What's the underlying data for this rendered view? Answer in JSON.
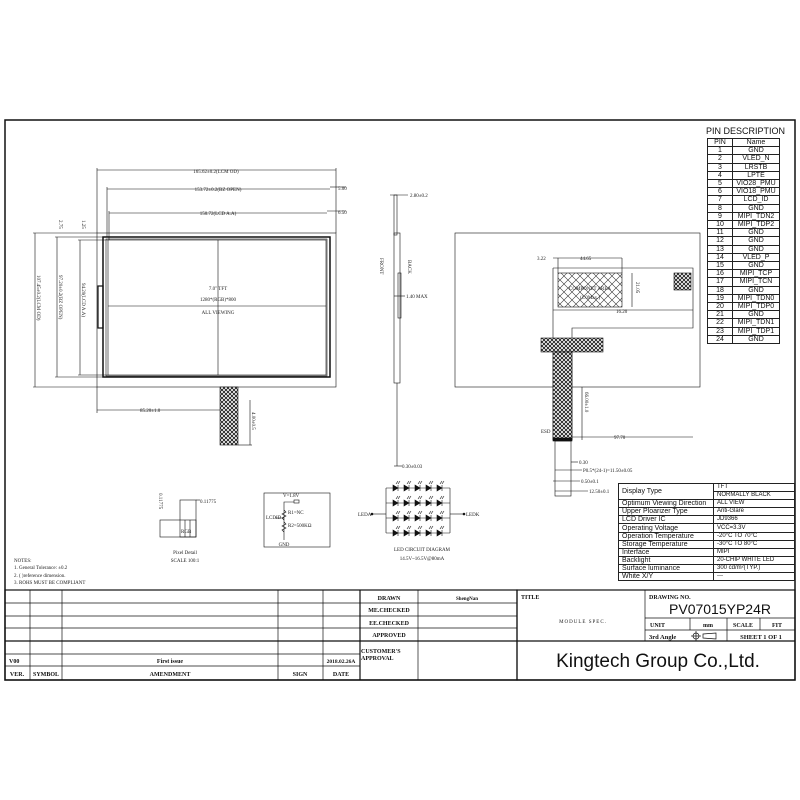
{
  "front_view": {
    "dim_lcm_od_width": "165.62±0.2(LCM OD)",
    "dim_bz_open_width": "153.72±0.2(BZ OPEN)",
    "dim_lcd_aa_width": "150.72(LCD A.A)",
    "dim_right_top": "5.00",
    "dim_right_mid": "6.50",
    "dim_left_a": "2.75",
    "dim_left_b": "1.25",
    "dim_lcm_od_height": "107.45±0.2(LCM OD)",
    "dim_bz_open_height": "97.20±0.2(BZ OPEN)",
    "dim_lcd_aa_height": "94.20(LCD A.A)",
    "panel_size": "7.0\" TFT",
    "resolution": "1280*(RGB)*800",
    "viewing": "ALL VIEWING",
    "dim_fpc_offset": "85.20±1.0",
    "dim_fpc_length": "4.00±0.5"
  },
  "side_view": {
    "dim_thickness": "2.80±0.2",
    "front_label": "FRONT",
    "back_label": "BACK",
    "dim_max": "1.40 MAX",
    "dim_fpc_thickness": "0.30±0.03"
  },
  "back_view": {
    "dim_a": "3.22",
    "dim_b": "44.65",
    "dim_c": "21.05",
    "dim_d": "16.20",
    "component_area": "COMPONET AREA",
    "component_height": "(1.0Max.)",
    "stiffener": "ESD",
    "dim_tail": "66.00±1.0",
    "dim_tail_x": "97.70",
    "dim_pin_width": "0.30",
    "dim_pitch": "P0.5*(24-1)=11.50±0.05",
    "dim_finger": "0.50±0.1",
    "dim_connector_width": "12.50±0.1"
  },
  "pixel_detail": {
    "dim_h": "0.11775",
    "dim_v": "0.11775",
    "rgb": "RGB",
    "title": "Pixel Detail",
    "scale": "SCALE 100:1"
  },
  "lcd_id_circuit": {
    "vcc": "V=1.8V",
    "pin": "LCDID",
    "r1": "R1=NC",
    "r2": "R2=500KΩ",
    "gnd": "GND"
  },
  "led_circuit": {
    "anode": "LEDA",
    "cathode": "LEDK",
    "title": "LED CIRCUIT DIAGRAM",
    "rating": "14.5V~16.5V@80mA"
  },
  "notes": {
    "title": "NOTES:",
    "items": [
      "1. General Tolerance: ±0.2",
      "2. (   )reference dimension.",
      "3. ROHS  MUST BE COMPLIANT"
    ]
  },
  "pin_description": {
    "title": "PIN  DESCRIPTION",
    "headers": [
      "PIN",
      "Name"
    ],
    "rows": [
      [
        "1",
        "GND"
      ],
      [
        "2",
        "VLED_N"
      ],
      [
        "3",
        "LRSTB"
      ],
      [
        "4",
        "LPTE"
      ],
      [
        "5",
        "VIO28_PMU"
      ],
      [
        "6",
        "VIO18_PMU"
      ],
      [
        "7",
        "LCD_ID"
      ],
      [
        "8",
        "GND"
      ],
      [
        "9",
        "MIPI_TDN2"
      ],
      [
        "10",
        "MIPI_TDP2"
      ],
      [
        "11",
        "GND"
      ],
      [
        "12",
        "GND"
      ],
      [
        "13",
        "GND"
      ],
      [
        "14",
        "VLED_P"
      ],
      [
        "15",
        "GND"
      ],
      [
        "16",
        "MIPI_TCP"
      ],
      [
        "17",
        "MIPI_TCN"
      ],
      [
        "18",
        "GND"
      ],
      [
        "19",
        "MIPI_TDN0"
      ],
      [
        "20",
        "MIPI_TDP0"
      ],
      [
        "21",
        "GND"
      ],
      [
        "22",
        "MIPI_TDN1"
      ],
      [
        "23",
        "MIPI_TDP1"
      ],
      [
        "24",
        "GND"
      ]
    ]
  },
  "specs": {
    "display_type_label": "Display Type",
    "display_type_values": [
      "TFT",
      "NORMALLY BLACK"
    ],
    "rows": [
      [
        "Optimum Viewing Direction",
        "ALL VIEW"
      ],
      [
        "Upper Ploarizer Type",
        "Anti-Glare"
      ],
      [
        "LCD Driver IC",
        "JD9366"
      ],
      [
        "Operating Voltage",
        "VCC=3.3V"
      ],
      [
        "Operation Temperature",
        "-20°C TO 70°C"
      ],
      [
        "Storage Temperature",
        "-30°C TO 80°C"
      ],
      [
        "Interface",
        "MIPI"
      ],
      [
        "Backlight",
        "20-CHIP WHITE LED"
      ],
      [
        "Surface luminance",
        "300 cd/m²(TYP.)"
      ],
      [
        "White X/Y",
        "---"
      ]
    ]
  },
  "revision_block": {
    "headers": [
      "VER.",
      "SYMBOL",
      "AMENDMENT",
      "SIGN",
      "DATE"
    ],
    "rows": [
      [
        "V00",
        "",
        "First issue",
        "",
        "2018.02.26A"
      ]
    ]
  },
  "approval_block": {
    "drawn_label": "DRAWN",
    "drawn_by": "ShengNan",
    "me_checked_label": "ME.CHECKED",
    "ee_checked_label": "EE.CHECKED",
    "approved_label": "APPROVED",
    "customer_approval_label": "CUSTOMER'S APPROVAL"
  },
  "title_block": {
    "title_label": "TITLE",
    "title": "MODULE  SPEC.",
    "drawing_no_label": "DRAWING  NO.",
    "drawing_no": "PV07015YP24R",
    "unit_label": "UNIT",
    "unit": "mm",
    "scale_label": "SCALE",
    "scale": "FIT",
    "projection": "3rd Angle",
    "sheet": "SHEET  1  OF  1",
    "company": "Kingtech Group Co.,Ltd."
  }
}
